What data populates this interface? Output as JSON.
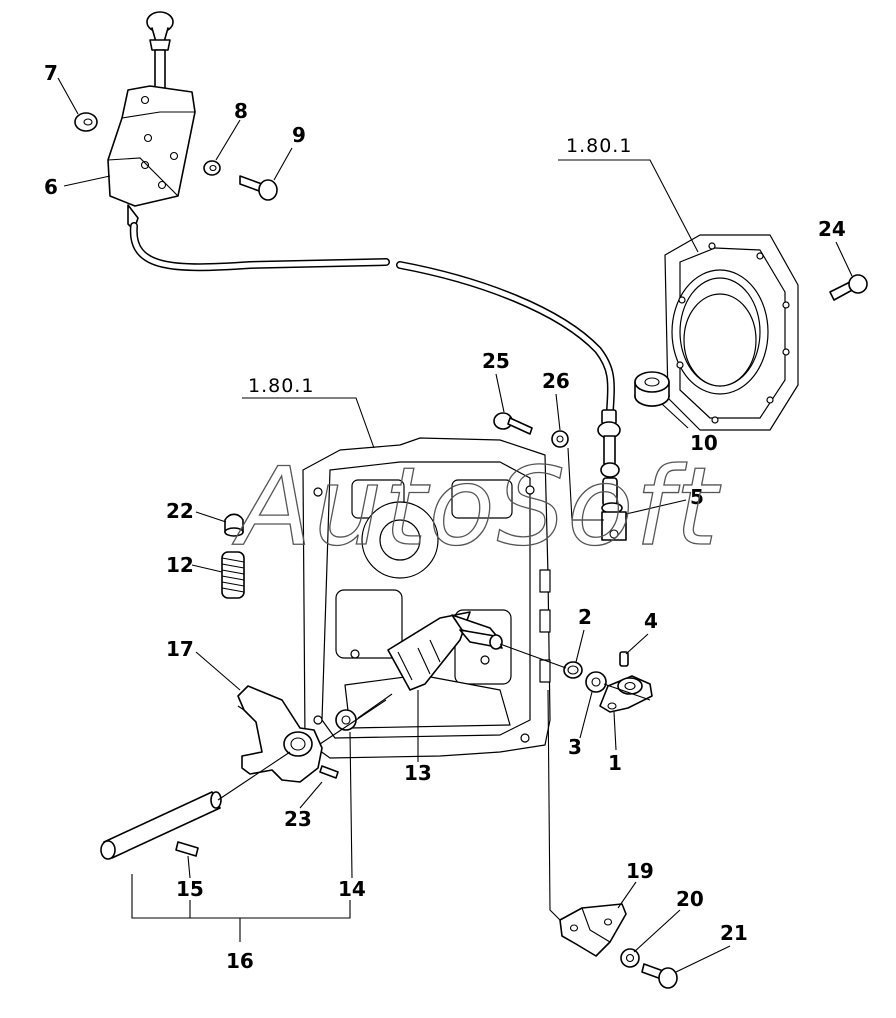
{
  "references": {
    "upper": "1.80.1",
    "lower": "1.80.1"
  },
  "watermark": "AutoSoft",
  "callouts": {
    "c1": "1",
    "c2": "2",
    "c3": "3",
    "c4": "4",
    "c5": "5",
    "c6": "6",
    "c7": "7",
    "c8": "8",
    "c9": "9",
    "c10": "10",
    "c12": "12",
    "c13": "13",
    "c14": "14",
    "c15": "15",
    "c16": "16",
    "c17": "17",
    "c19": "19",
    "c20": "20",
    "c21": "21",
    "c22": "22",
    "c23": "23",
    "c24": "24",
    "c25": "25",
    "c26": "26"
  }
}
